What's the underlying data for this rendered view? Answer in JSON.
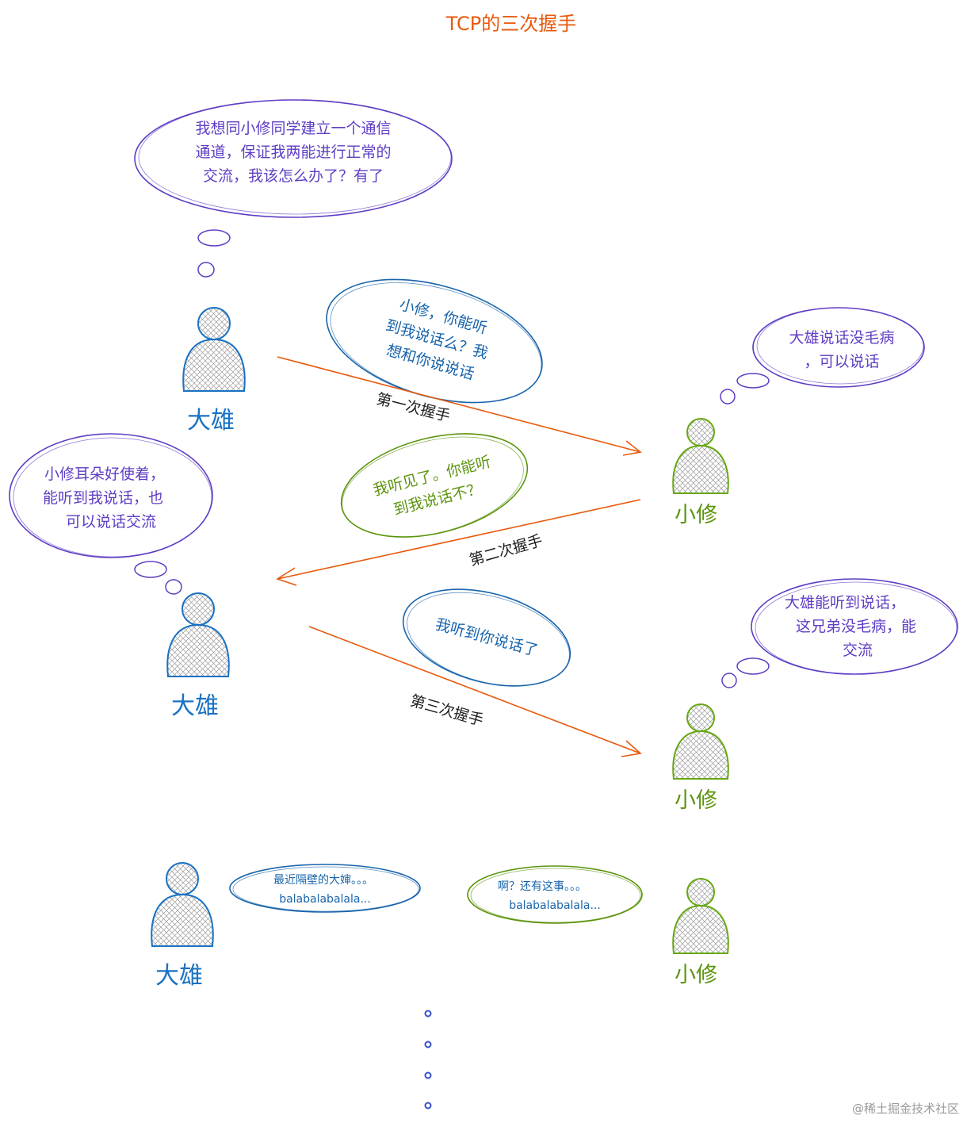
{
  "title": "TCP的三次握手",
  "watermark": "@稀土掘金技术社区",
  "colors": {
    "title": "#e8590c",
    "bubble_purple": "#5f3dc4",
    "bubble_blue": "#1864ab",
    "bubble_green": "#5c940d",
    "person_blue": "#1971c2",
    "person_green": "#66a80f",
    "arrow": "#e8590c",
    "dots": "#364fc7"
  },
  "people": {
    "daxiong_1": "大雄",
    "xiaoxiu_1": "小修",
    "daxiong_2": "大雄",
    "xiaoxiu_2": "小修",
    "daxiong_3": "大雄",
    "xiaoxiu_3": "小修"
  },
  "bubbles": {
    "daxiong_think": [
      "我想同小修同学建立一个通信",
      "通道，保证我两能进行正常的",
      "交流，我该怎么办了？有了"
    ],
    "first_message": [
      "小修，你能听",
      "到我说话么？我",
      "想和你说说话"
    ],
    "xiaoxiu_think_1": [
      "大雄说话没毛病",
      "，可以说话"
    ],
    "second_message": [
      "我听见了。你能听",
      "到我说话不？"
    ],
    "daxiong_think_2": [
      "小修耳朵好使着，",
      "能听到我说话，也",
      "可以说话交流"
    ],
    "third_message": [
      "我听到你说话了"
    ],
    "xiaoxiu_think_2": [
      "大雄能听到说话，",
      "这兄弟没毛病，能",
      "交流"
    ],
    "chat_daxiong": [
      "最近隔壁的大婶。。。",
      "balabalabalala..."
    ],
    "chat_xiaoxiu": [
      "啊？还有这事。。。",
      "balabalabalala..."
    ]
  },
  "arrows": {
    "first": "第一次握手",
    "second": "第二次握手",
    "third": "第三次握手"
  }
}
